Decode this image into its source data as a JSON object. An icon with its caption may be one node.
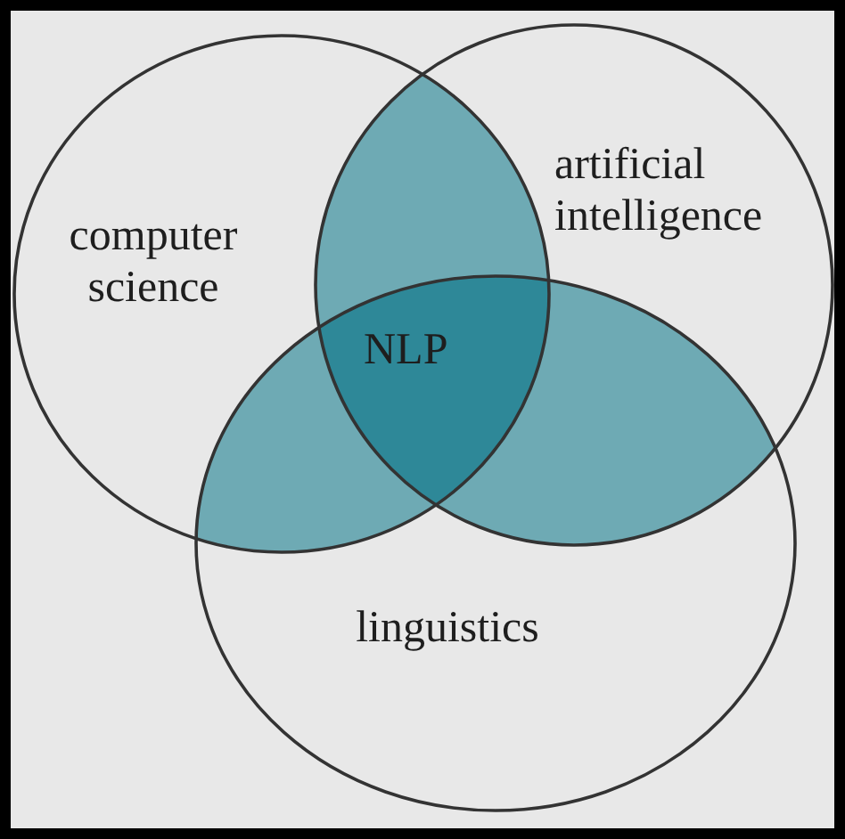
{
  "diagram": {
    "nodes": [
      {
        "text": [
          "computer science"
        ]
      },
      {
        "text": [
          "artificial intelligence"
        ]
      },
      {
        "text": [
          "linguistics"
        ]
      }
    ],
    "labels": [
      "NLP"
    ]
  }
}
